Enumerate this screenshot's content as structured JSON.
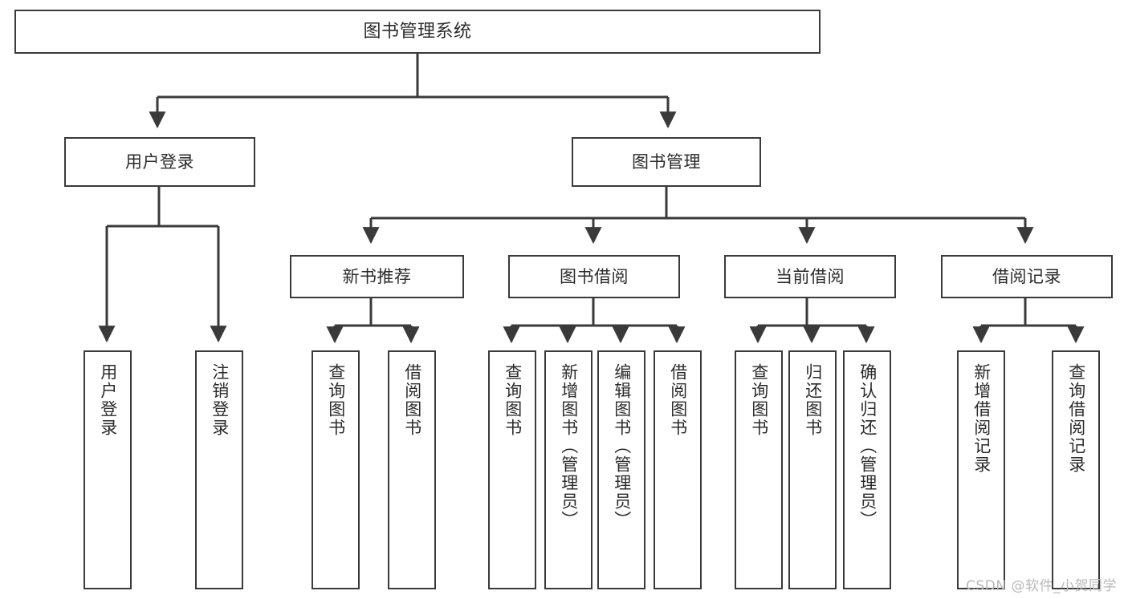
{
  "diagram": {
    "title": "图书管理系统",
    "type": "tree",
    "colors": {
      "box_border": "#3a3a3a",
      "box_fill": "#ffffff",
      "connector": "#3a3a3a",
      "text": "#2b2b2b",
      "watermark": "#b8b8b8",
      "background": "#ffffff"
    },
    "watermark": "CSDN @软件_小贺同学",
    "nodes": {
      "root": {
        "label": "图书管理系统"
      },
      "level2": [
        {
          "id": "user-login",
          "label": "用户登录"
        },
        {
          "id": "book-manage",
          "label": "图书管理"
        }
      ],
      "level3": [
        {
          "id": "new-book-recommend",
          "label": "新书推荐"
        },
        {
          "id": "book-borrow",
          "label": "图书借阅"
        },
        {
          "id": "current-borrow",
          "label": "当前借阅"
        },
        {
          "id": "borrow-record",
          "label": "借阅记录"
        }
      ],
      "leaves": {
        "user_login": [
          {
            "id": "leaf-user-login",
            "label": "用户登录"
          },
          {
            "id": "leaf-logout-login",
            "label": "注销登录"
          }
        ],
        "new_book_recommend": [
          {
            "id": "leaf-query-book-1",
            "label": "查询图书"
          },
          {
            "id": "leaf-borrow-book-1",
            "label": "借阅图书"
          }
        ],
        "book_borrow": [
          {
            "id": "leaf-query-book-2",
            "label": "查询图书"
          },
          {
            "id": "leaf-add-book-admin",
            "label": "新增图书（管理员）"
          },
          {
            "id": "leaf-edit-book-admin",
            "label": "编辑图书（管理员）"
          },
          {
            "id": "leaf-borrow-book-2",
            "label": "借阅图书"
          }
        ],
        "current_borrow": [
          {
            "id": "leaf-query-book-3",
            "label": "查询图书"
          },
          {
            "id": "leaf-return-book",
            "label": "归还图书"
          },
          {
            "id": "leaf-confirm-return-admin",
            "label": "确认归还（管理员）"
          }
        ],
        "borrow_record": [
          {
            "id": "leaf-add-borrow-record",
            "label": "新增借阅记录"
          },
          {
            "id": "leaf-query-borrow-record",
            "label": "查询借阅记录"
          }
        ]
      }
    }
  }
}
